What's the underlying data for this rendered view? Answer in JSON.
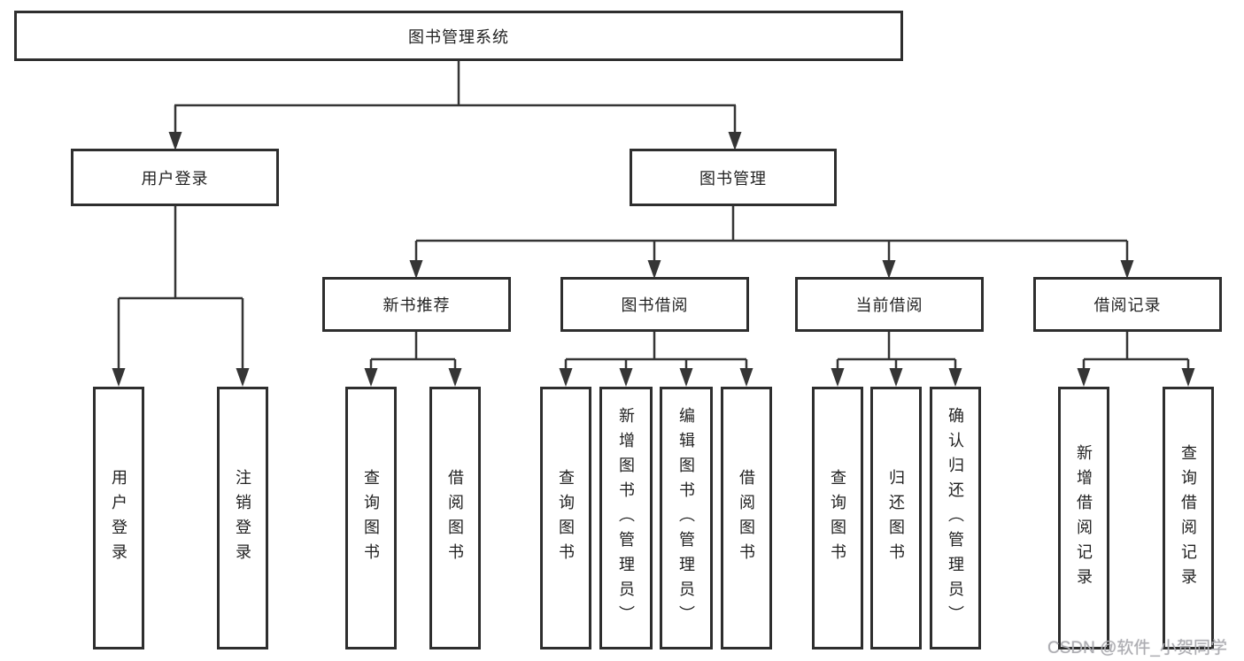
{
  "diagram": {
    "root": {
      "label": "图书管理系统"
    },
    "branches": [
      {
        "label": "用户登录",
        "children": [
          {
            "label": "用户登录"
          },
          {
            "label": "注销登录"
          }
        ]
      },
      {
        "label": "图书管理",
        "children": [
          {
            "label": "新书推荐",
            "children": [
              {
                "label": "查询图书"
              },
              {
                "label": "借阅图书"
              }
            ]
          },
          {
            "label": "图书借阅",
            "children": [
              {
                "label": "查询图书"
              },
              {
                "label": "新增图书（管理员）"
              },
              {
                "label": "编辑图书（管理员）"
              },
              {
                "label": "借阅图书"
              }
            ]
          },
          {
            "label": "当前借阅",
            "children": [
              {
                "label": "查询图书"
              },
              {
                "label": "归还图书"
              },
              {
                "label": "确认归还（管理员）"
              }
            ]
          },
          {
            "label": "借阅记录",
            "children": [
              {
                "label": "新增借阅记录"
              },
              {
                "label": "查询借阅记录"
              }
            ]
          }
        ]
      }
    ]
  },
  "watermark": {
    "text": "CSDN @软件_小贺同学"
  },
  "colors": {
    "line": "#353535",
    "box_border": "#2e2e2e",
    "box_fill": "#ffffff",
    "text": "#222222",
    "watermark": "#adadb2"
  }
}
